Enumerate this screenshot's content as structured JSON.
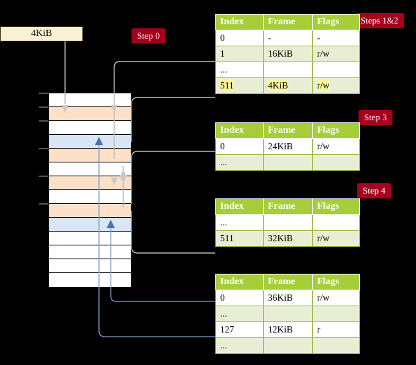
{
  "diagram": {
    "title_hidden": "",
    "vaddr": {
      "label": "4KiB"
    },
    "badges": {
      "step0": "Step 0",
      "steps12": "Steps 1&2",
      "step3": "Step 3",
      "step4": "Step 4"
    },
    "colors": {
      "badge_red": "#a4001e",
      "table_header_green": "#a6ce39",
      "table_alt_row": "#e8eed4",
      "highlight_yellow": "#fbf79f",
      "vaddr_cream": "#faf0d2",
      "mem_peach": "#fce0c8",
      "mem_blue": "#d8e6f6",
      "wire_gray": "#b9b9b9",
      "wire_blue": "#7e9fd0"
    },
    "columns": [
      "Index",
      "Frame",
      "Flags"
    ],
    "tables": [
      {
        "name": "level-1-table",
        "rows": [
          {
            "index": "0",
            "frame": "-",
            "flags": "-",
            "style": "plain",
            "highlight": false
          },
          {
            "index": "1",
            "frame": "16KiB",
            "flags": "r/w",
            "style": "alt",
            "highlight": false
          },
          {
            "index": "...",
            "frame": "",
            "flags": "",
            "style": "plain",
            "highlight": false
          },
          {
            "index": "511",
            "frame": "4KiB",
            "flags": "r/w",
            "style": "alt",
            "highlight": true
          }
        ]
      },
      {
        "name": "level-2-table",
        "rows": [
          {
            "index": "0",
            "frame": "24KiB",
            "flags": "r/w",
            "style": "plain",
            "highlight": false
          },
          {
            "index": "...",
            "frame": "",
            "flags": "",
            "style": "alt",
            "highlight": false
          }
        ]
      },
      {
        "name": "level-3-table",
        "rows": [
          {
            "index": "...",
            "frame": "",
            "flags": "",
            "style": "plain",
            "highlight": false
          },
          {
            "index": "511",
            "frame": "32KiB",
            "flags": "r/w",
            "style": "alt",
            "highlight": false
          }
        ]
      },
      {
        "name": "level-4-table",
        "rows": [
          {
            "index": "0",
            "frame": "36KiB",
            "flags": "r/w",
            "style": "plain",
            "highlight": false
          },
          {
            "index": "...",
            "frame": "",
            "flags": "",
            "style": "alt",
            "highlight": false
          },
          {
            "index": "127",
            "frame": "12KiB",
            "flags": "r",
            "style": "plain",
            "highlight": false
          },
          {
            "index": "...",
            "frame": "",
            "flags": "",
            "style": "alt",
            "highlight": false
          }
        ]
      }
    ],
    "memory_column": {
      "name": "physical-memory-frames",
      "rows": [
        {
          "fill": "white"
        },
        {
          "fill": "peach"
        },
        {
          "fill": "white"
        },
        {
          "fill": "blue"
        },
        {
          "fill": "peach"
        },
        {
          "fill": "white"
        },
        {
          "fill": "peach"
        },
        {
          "fill": "white"
        },
        {
          "fill": "peach"
        },
        {
          "fill": "blue"
        },
        {
          "fill": "white"
        },
        {
          "fill": "white"
        },
        {
          "fill": "white"
        },
        {
          "fill": "white"
        }
      ],
      "ticks_at_rows": [
        0,
        1,
        2,
        4,
        6,
        8
      ]
    }
  }
}
